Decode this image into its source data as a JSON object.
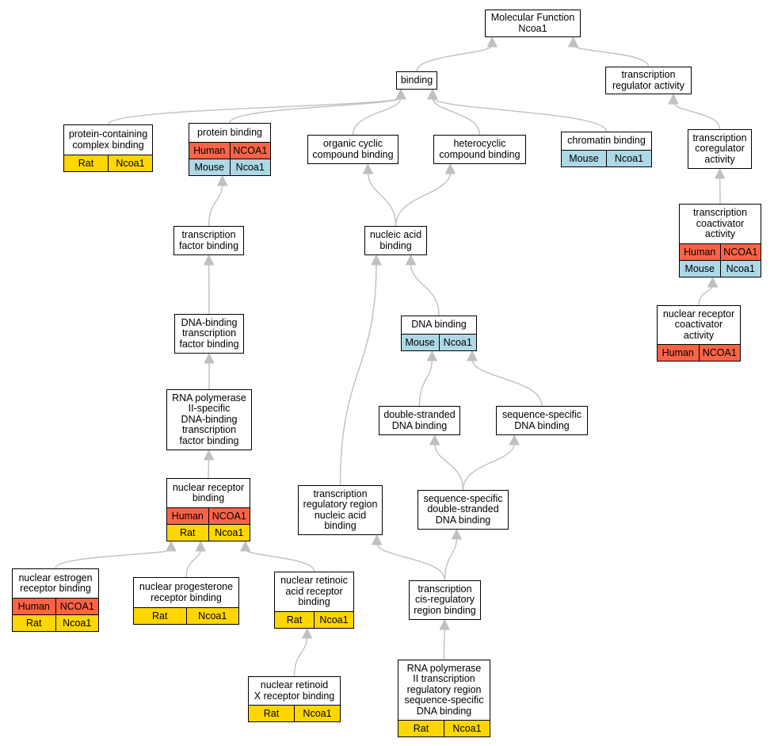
{
  "colors": {
    "human": "#fa6347",
    "mouse": "#add8e6",
    "rat": "#ffd700",
    "edge": "#c0c0c0"
  },
  "nodes": {
    "mf": {
      "label": "Molecular Function\nNcoa1",
      "rows": []
    },
    "binding": {
      "label": "binding",
      "rows": []
    },
    "tra": {
      "label": "transcription\nregulator activity",
      "rows": []
    },
    "pcb": {
      "label": "protein-containing\ncomplex binding",
      "rows": [
        {
          "species": "Rat",
          "gene": "Ncoa1"
        }
      ]
    },
    "pb": {
      "label": "protein binding",
      "rows": [
        {
          "species": "Human",
          "gene": "NCOA1"
        },
        {
          "species": "Mouse",
          "gene": "Ncoa1"
        }
      ]
    },
    "occb": {
      "label": "organic cyclic\ncompound binding",
      "rows": []
    },
    "hcb": {
      "label": "heterocyclic\ncompound binding",
      "rows": []
    },
    "cb": {
      "label": "chromatin binding",
      "rows": [
        {
          "species": "Mouse",
          "gene": "Ncoa1"
        }
      ]
    },
    "tcra": {
      "label": "transcription\ncoregulator\nactivity",
      "rows": []
    },
    "tfb": {
      "label": "transcription\nfactor binding",
      "rows": []
    },
    "nab": {
      "label": "nucleic acid\nbinding",
      "rows": []
    },
    "tca": {
      "label": "transcription\ncoactivator\nactivity",
      "rows": [
        {
          "species": "Human",
          "gene": "NCOA1"
        },
        {
          "species": "Mouse",
          "gene": "Ncoa1"
        }
      ]
    },
    "dbtfb": {
      "label": "DNA-binding\ntranscription\nfactor binding",
      "rows": []
    },
    "db": {
      "label": "DNA binding",
      "rows": [
        {
          "species": "Mouse",
          "gene": "Ncoa1"
        }
      ]
    },
    "nrca": {
      "label": "nuclear receptor\ncoactivator\nactivity",
      "rows": [
        {
          "species": "Human",
          "gene": "NCOA1"
        }
      ]
    },
    "rnap": {
      "label": "RNA polymerase\nII-specific\nDNA-binding\ntranscription\nfactor binding",
      "rows": []
    },
    "dsdb": {
      "label": "double-stranded\nDNA binding",
      "rows": []
    },
    "ssdb": {
      "label": "sequence-specific\nDNA binding",
      "rows": []
    },
    "nrb": {
      "label": "nuclear receptor\nbinding",
      "rows": [
        {
          "species": "Human",
          "gene": "NCOA1"
        },
        {
          "species": "Rat",
          "gene": "Ncoa1"
        }
      ]
    },
    "trrnab": {
      "label": "transcription\nregulatory region\nnucleic acid\nbinding",
      "rows": []
    },
    "ssdsdb": {
      "label": "sequence-specific\ndouble-stranded\nDNA binding",
      "rows": []
    },
    "nerb": {
      "label": "nuclear estrogen\nreceptor binding",
      "rows": [
        {
          "species": "Human",
          "gene": "NCOA1"
        },
        {
          "species": "Rat",
          "gene": "Ncoa1"
        }
      ]
    },
    "nprb": {
      "label": "nuclear progesterone\nreceptor binding",
      "rows": [
        {
          "species": "Rat",
          "gene": "Ncoa1"
        }
      ]
    },
    "nrarb": {
      "label": "nuclear retinoic\nacid receptor\nbinding",
      "rows": [
        {
          "species": "Rat",
          "gene": "Ncoa1"
        }
      ]
    },
    "tcrrb": {
      "label": "transcription\ncis-regulatory\nregion binding",
      "rows": []
    },
    "nrxrb": {
      "label": "nuclear retinoid\nX receptor binding",
      "rows": [
        {
          "species": "Rat",
          "gene": "Ncoa1"
        }
      ]
    },
    "rnap2": {
      "label": "RNA polymerase\nII transcription\nregulatory region\nsequence-specific\nDNA binding",
      "rows": [
        {
          "species": "Rat",
          "gene": "Ncoa1"
        }
      ]
    }
  },
  "edges": [
    {
      "from": "binding",
      "to": "mf"
    },
    {
      "from": "tra",
      "to": "mf"
    },
    {
      "from": "pcb",
      "to": "binding"
    },
    {
      "from": "pb",
      "to": "binding"
    },
    {
      "from": "occb",
      "to": "binding"
    },
    {
      "from": "hcb",
      "to": "binding"
    },
    {
      "from": "cb",
      "to": "binding"
    },
    {
      "from": "tcra",
      "to": "tra"
    },
    {
      "from": "tca",
      "to": "tcra"
    },
    {
      "from": "nrca",
      "to": "tca"
    },
    {
      "from": "tfb",
      "to": "pb"
    },
    {
      "from": "dbtfb",
      "to": "tfb"
    },
    {
      "from": "rnap",
      "to": "dbtfb"
    },
    {
      "from": "nrb",
      "to": "rnap"
    },
    {
      "from": "nerb",
      "to": "nrb"
    },
    {
      "from": "nprb",
      "to": "nrb"
    },
    {
      "from": "nrarb",
      "to": "nrb"
    },
    {
      "from": "nrxrb",
      "to": "nrarb"
    },
    {
      "from": "nab",
      "to": "occb"
    },
    {
      "from": "nab",
      "to": "hcb"
    },
    {
      "from": "db",
      "to": "nab"
    },
    {
      "from": "trrnab",
      "to": "nab"
    },
    {
      "from": "dsdb",
      "to": "db"
    },
    {
      "from": "ssdb",
      "to": "db"
    },
    {
      "from": "ssdsdb",
      "to": "dsdb"
    },
    {
      "from": "ssdsdb",
      "to": "ssdb"
    },
    {
      "from": "tcrrb",
      "to": "trrnab"
    },
    {
      "from": "tcrrb",
      "to": "ssdsdb"
    },
    {
      "from": "rnap2",
      "to": "tcrrb"
    }
  ]
}
